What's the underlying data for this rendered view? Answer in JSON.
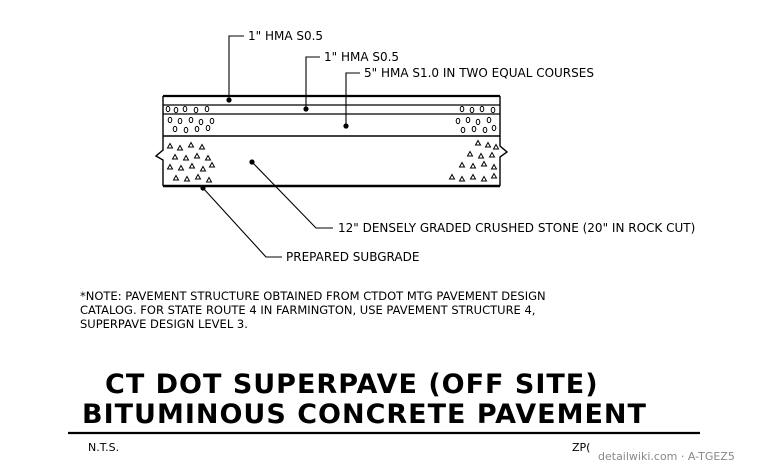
{
  "labels": {
    "layer1": "1\" HMA S0.5",
    "layer2": "1\" HMA S0.5",
    "layer3": "5\" HMA S1.0 IN TWO EQUAL COURSES",
    "base": "12\" DENSELY GRADED CRUSHED STONE (20\" IN ROCK CUT)",
    "subgrade": "PREPARED SUBGRADE"
  },
  "note": {
    "line1": "*NOTE: PAVEMENT STRUCTURE OBTAINED FROM CTDOT MTG PAVEMENT DESIGN",
    "line2": "CATALOG. FOR STATE ROUTE 4 IN FARMINGTON, USE PAVEMENT STRUCTURE 4,",
    "line3": "SUPERPAVE DESIGN LEVEL 3."
  },
  "title": {
    "line1": "CT DOT SUPERPAVE (OFF SITE)",
    "line2": "BITUMINOUS CONCRETE PAVEMENT"
  },
  "footer": {
    "scale": "N.T.S.",
    "code": "ZP(",
    "watermark": "detailwiki.com · A-TGEZ5"
  }
}
